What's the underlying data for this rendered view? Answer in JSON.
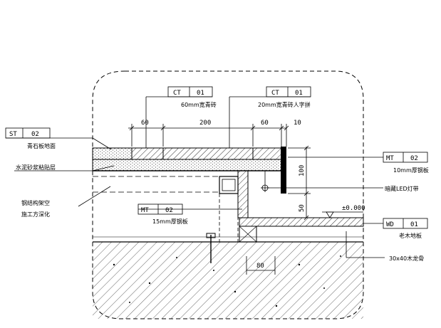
{
  "tags": {
    "ct_left": {
      "code": "CT",
      "num": "01",
      "desc": "60mm宽青砖"
    },
    "ct_right": {
      "code": "CT",
      "num": "01",
      "desc": "20mm宽青砖人字拼"
    },
    "st": {
      "code": "ST",
      "num": "02",
      "desc": "青石板地面"
    },
    "mt_right": {
      "code": "MT",
      "num": "02",
      "desc": "10mm厚钢板"
    },
    "mt_left": {
      "code": "MT",
      "num": "02",
      "desc": "15mm厚钢板"
    },
    "wd": {
      "code": "WD",
      "num": "01",
      "desc": "老木地板"
    }
  },
  "notes": {
    "mortar": "水泥砂浆粘贴层",
    "steel_frame_1": "钢结构架空",
    "steel_frame_2": "施工方深化",
    "led": "暗藏LED灯带",
    "keel": "30x40木龙骨",
    "level": "±0.000"
  },
  "dims": {
    "d60a": "60",
    "d200": "200",
    "d60b": "60",
    "d10": "10",
    "d100": "100",
    "d50": "50",
    "d80": "80"
  }
}
